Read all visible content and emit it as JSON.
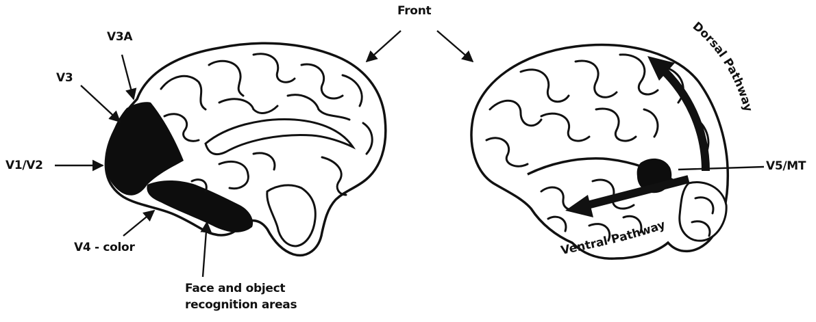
{
  "labels": {
    "front": "Front",
    "v3a": "V3A",
    "v3": "V3",
    "v1v2": "V1/V2",
    "v4": "V4 - color",
    "face_line1": "Face and object",
    "face_line2": "recognition areas",
    "v5mt": "V5/MT",
    "dorsal": "Dorsal Pathway",
    "ventral": "Ventral Pathway"
  },
  "colors": {
    "ink": "#111111",
    "region_fill": "#0d0d0d",
    "background": "#ffffff"
  }
}
